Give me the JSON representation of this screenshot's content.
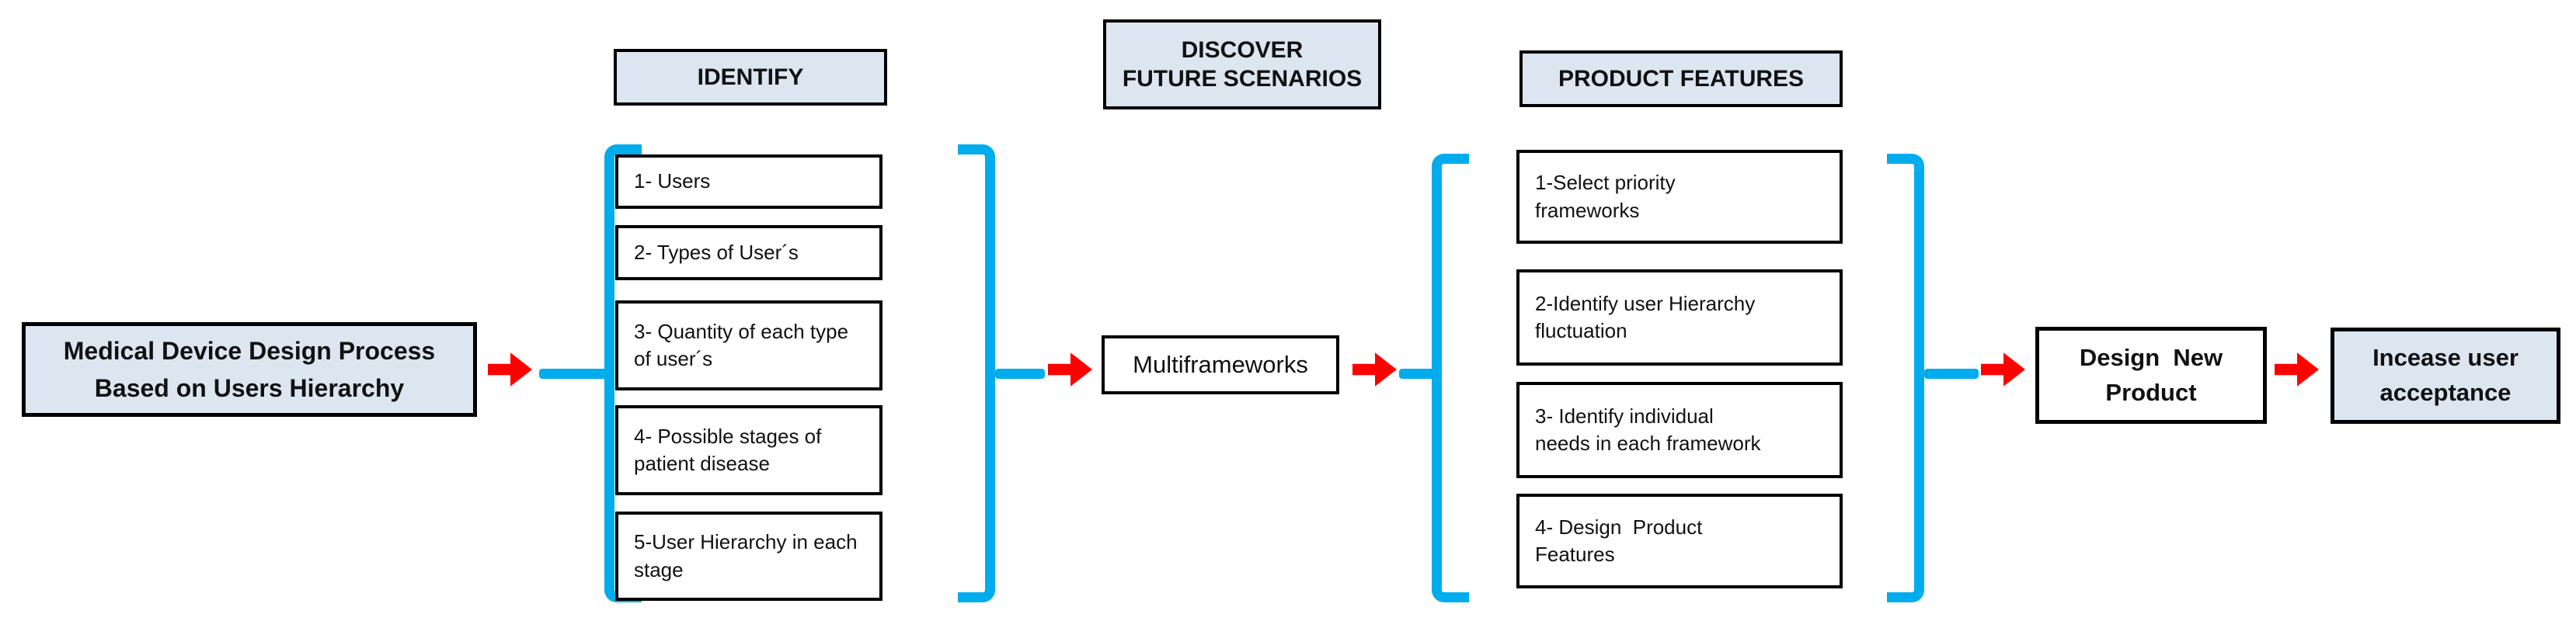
{
  "palette": {
    "box_fill": "#dce6f1",
    "bracket_blue": "#00acec",
    "arrow_red": "#ff0000",
    "border_black": "#000000"
  },
  "nodes": {
    "start": "Medical Device Design Process\nBased on Users Hierarchy",
    "identify": {
      "header": "IDENTIFY",
      "items": [
        "1- Users",
        "2- Types of User´s",
        "3- Quantity of each type\nof user´s",
        "4- Possible stages of\npatient disease",
        "5-User Hierarchy in each\nstage"
      ]
    },
    "discover": {
      "header": "DISCOVER\nFUTURE SCENARIOS",
      "node": "Multiframeworks"
    },
    "product_features": {
      "header": "PRODUCT FEATURES",
      "items": [
        "1-Select priority\nframeworks",
        "2-Identify user Hierarchy\nfluctuation",
        "3- Identify individual\nneeds in each framework",
        "4- Design  Product\nFeatures"
      ]
    },
    "design": "Design  New\nProduct",
    "outcome": "Incease user\nacceptance"
  }
}
